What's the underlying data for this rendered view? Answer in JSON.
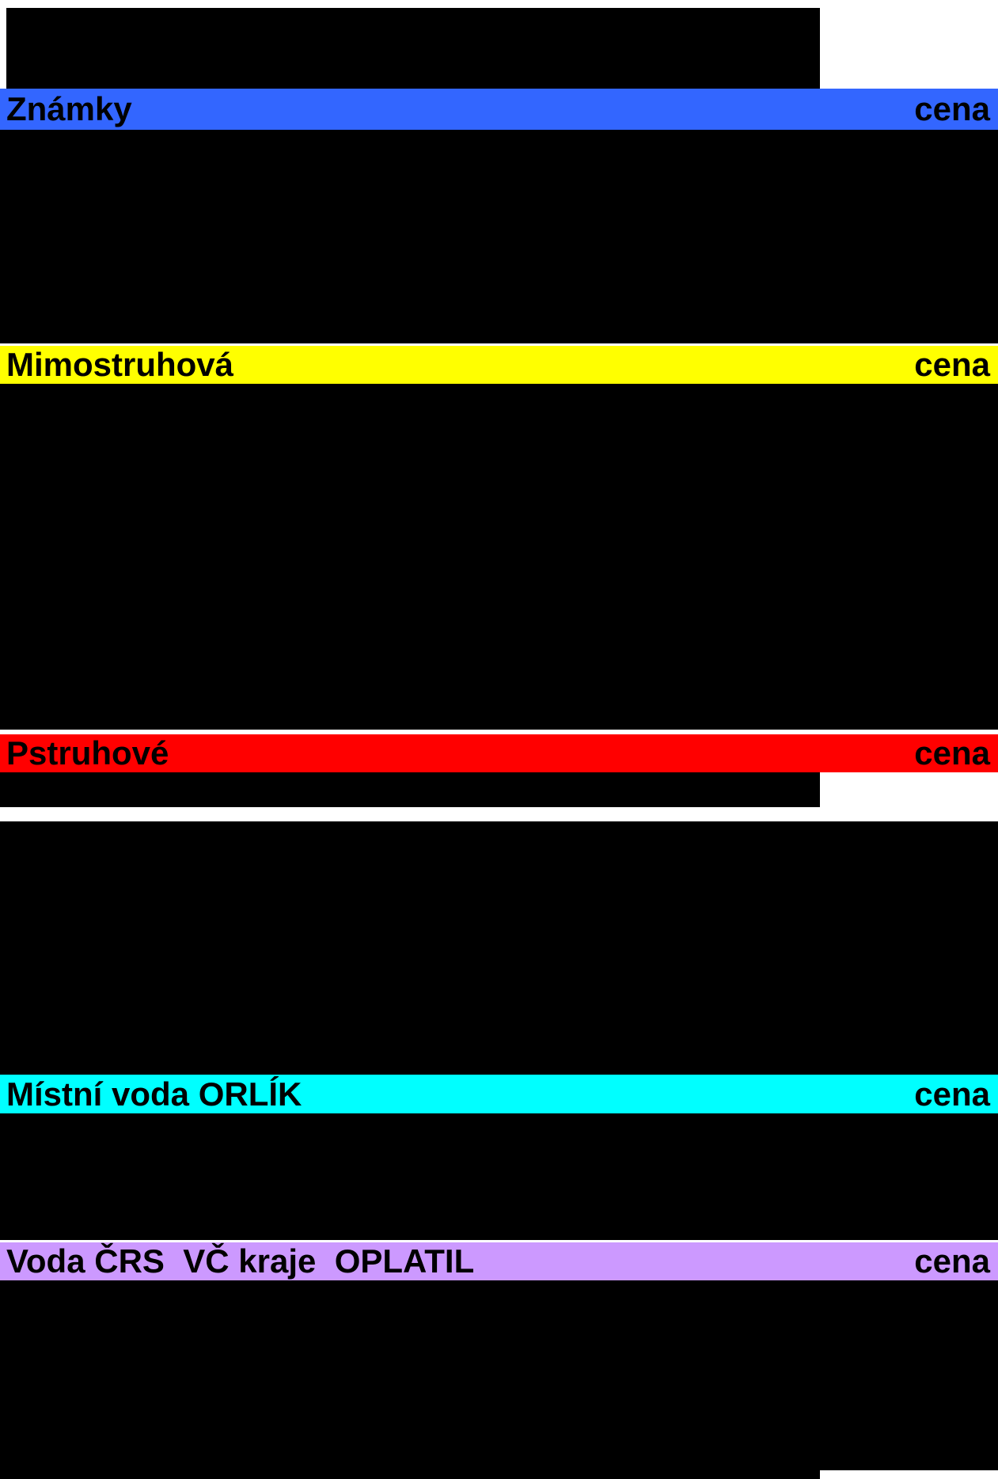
{
  "document": {
    "sections": [
      {
        "title": "Známky",
        "price_column_label": "cena",
        "header_color": "#3366ff"
      },
      {
        "title": "Mimostruhová",
        "price_column_label": "cena",
        "header_color": "#ffff00"
      },
      {
        "title": "Pstruhové",
        "price_column_label": "cena",
        "header_color": "#ff0000"
      },
      {
        "title": "Místní voda ORLÍK",
        "price_column_label": "cena",
        "header_color": "#00ffff"
      },
      {
        "title": "Voda ČRS  VČ kraje  OPLATIL",
        "price_column_label": "cena",
        "header_color": "#cc99ff"
      }
    ]
  }
}
